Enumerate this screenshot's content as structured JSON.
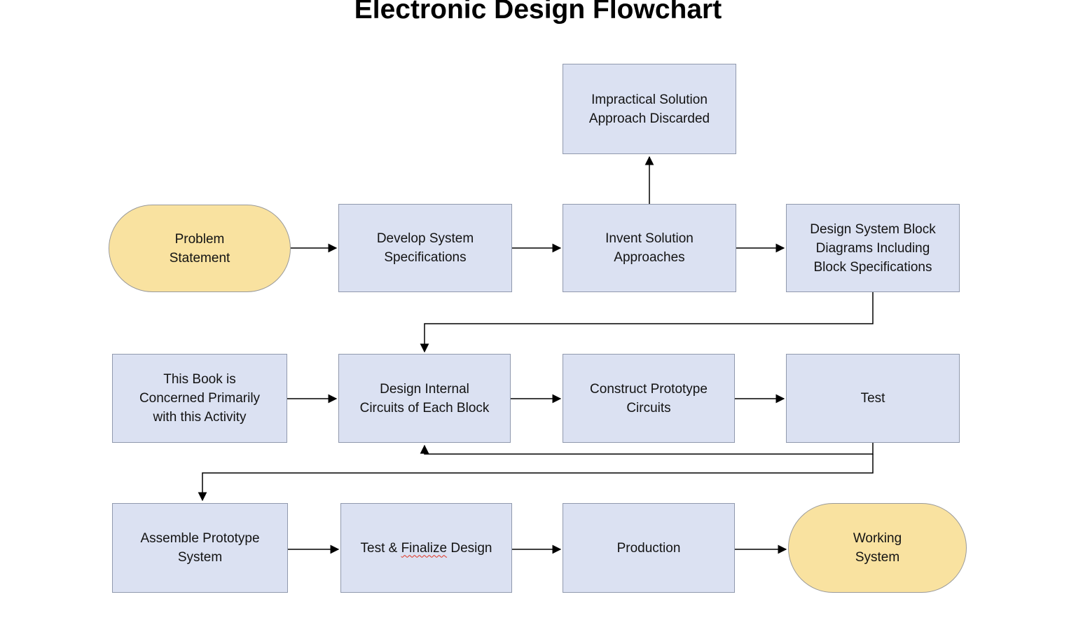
{
  "title": "Electronic Design Flowchart",
  "colors": {
    "box_fill": "#dbe1f2",
    "box_border": "#9099ad",
    "terminal_fill": "#f9e2a0",
    "terminal_border": "#9a9a9a",
    "arrow": "#000000",
    "spellcheck": "#e0321f"
  },
  "nodes": {
    "impractical": {
      "label": "Impractical Solution\nApproach Discarded"
    },
    "problem": {
      "label": "Problem\nStatement"
    },
    "develop": {
      "label": "Develop System\nSpecifications"
    },
    "invent": {
      "label": "Invent Solution\nApproaches"
    },
    "design_block": {
      "label": "Design System Block\nDiagrams Including\nBlock Specifications"
    },
    "book": {
      "label": "This Book is\nConcerned Primarily\nwith this Activity"
    },
    "design_internal": {
      "label": "Design Internal\nCircuits of Each Block"
    },
    "construct": {
      "label": "Construct Prototype\nCircuits"
    },
    "test": {
      "label": "Test"
    },
    "assemble": {
      "label": "Assemble Prototype\nSystem"
    },
    "finalize": {
      "pre": "Test & ",
      "word": "Finalize",
      "post": " Design"
    },
    "production": {
      "label": "Production"
    },
    "working": {
      "label": "Working\nSystem"
    }
  }
}
